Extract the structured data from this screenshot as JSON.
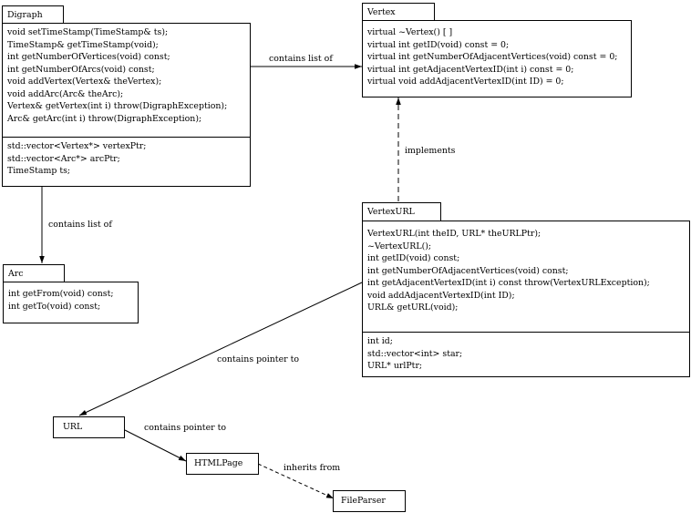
{
  "classes": {
    "digraph": {
      "name": "Digraph",
      "operations": [
        "void setTimeStamp(TimeStamp& ts);",
        "TimeStamp& getTimeStamp(void);",
        "int getNumberOfVertices(void) const;",
        "int getNumberOfArcs(void) const;",
        "void addVertex(Vertex& theVertex);",
        "void addArc(Arc& theArc);",
        "Vertex& getVertex(int i) throw(DigraphException);",
        "Arc& getArc(int i) throw(DigraphException);"
      ],
      "attributes": [
        "std::vector<Vertex*> vertexPtr;",
        "std::vector<Arc*> arcPtr;",
        "TimeStamp ts;"
      ]
    },
    "vertex": {
      "name": "Vertex",
      "operations": [
        "virtual ~Vertex() [ ]",
        "virtual int getID(void) const = 0;",
        "virtual int getNumberOfAdjacentVertices(void) const = 0;",
        "virtual int getAdjacentVertexID(int i) const = 0;",
        "virtual void addAdjacentVertexID(int ID) = 0;"
      ]
    },
    "arc": {
      "name": "Arc",
      "operations": [
        "int getFrom(void) const;",
        "int getTo(void) const;"
      ]
    },
    "vertexurl": {
      "name": "VertexURL",
      "operations": [
        "VertexURL(int theID, URL* theURLPtr);",
        "~VertexURL();",
        "int getID(void) const;",
        "int getNumberOfAdjacentVertices(void) const;",
        "int getAdjacentVertexID(int i) const throw(VertexURLException);",
        "void addAdjacentVertexID(int ID);",
        "URL& getURL(void);"
      ],
      "attributes": [
        "int id;",
        "std::vector<int> star;",
        "URL* urlPtr;"
      ]
    },
    "url": {
      "name": "URL"
    },
    "htmlpage": {
      "name": "HTMLPage"
    },
    "fileparser": {
      "name": "FileParser"
    }
  },
  "relations": {
    "digraph_vertex": "contains list of",
    "digraph_arc": "contains list of",
    "vertexurl_vertex": "implements",
    "vertexurl_url": "contains pointer to",
    "url_htmlpage": "contains pointer to",
    "htmlpage_fileparser": "inherits from"
  }
}
